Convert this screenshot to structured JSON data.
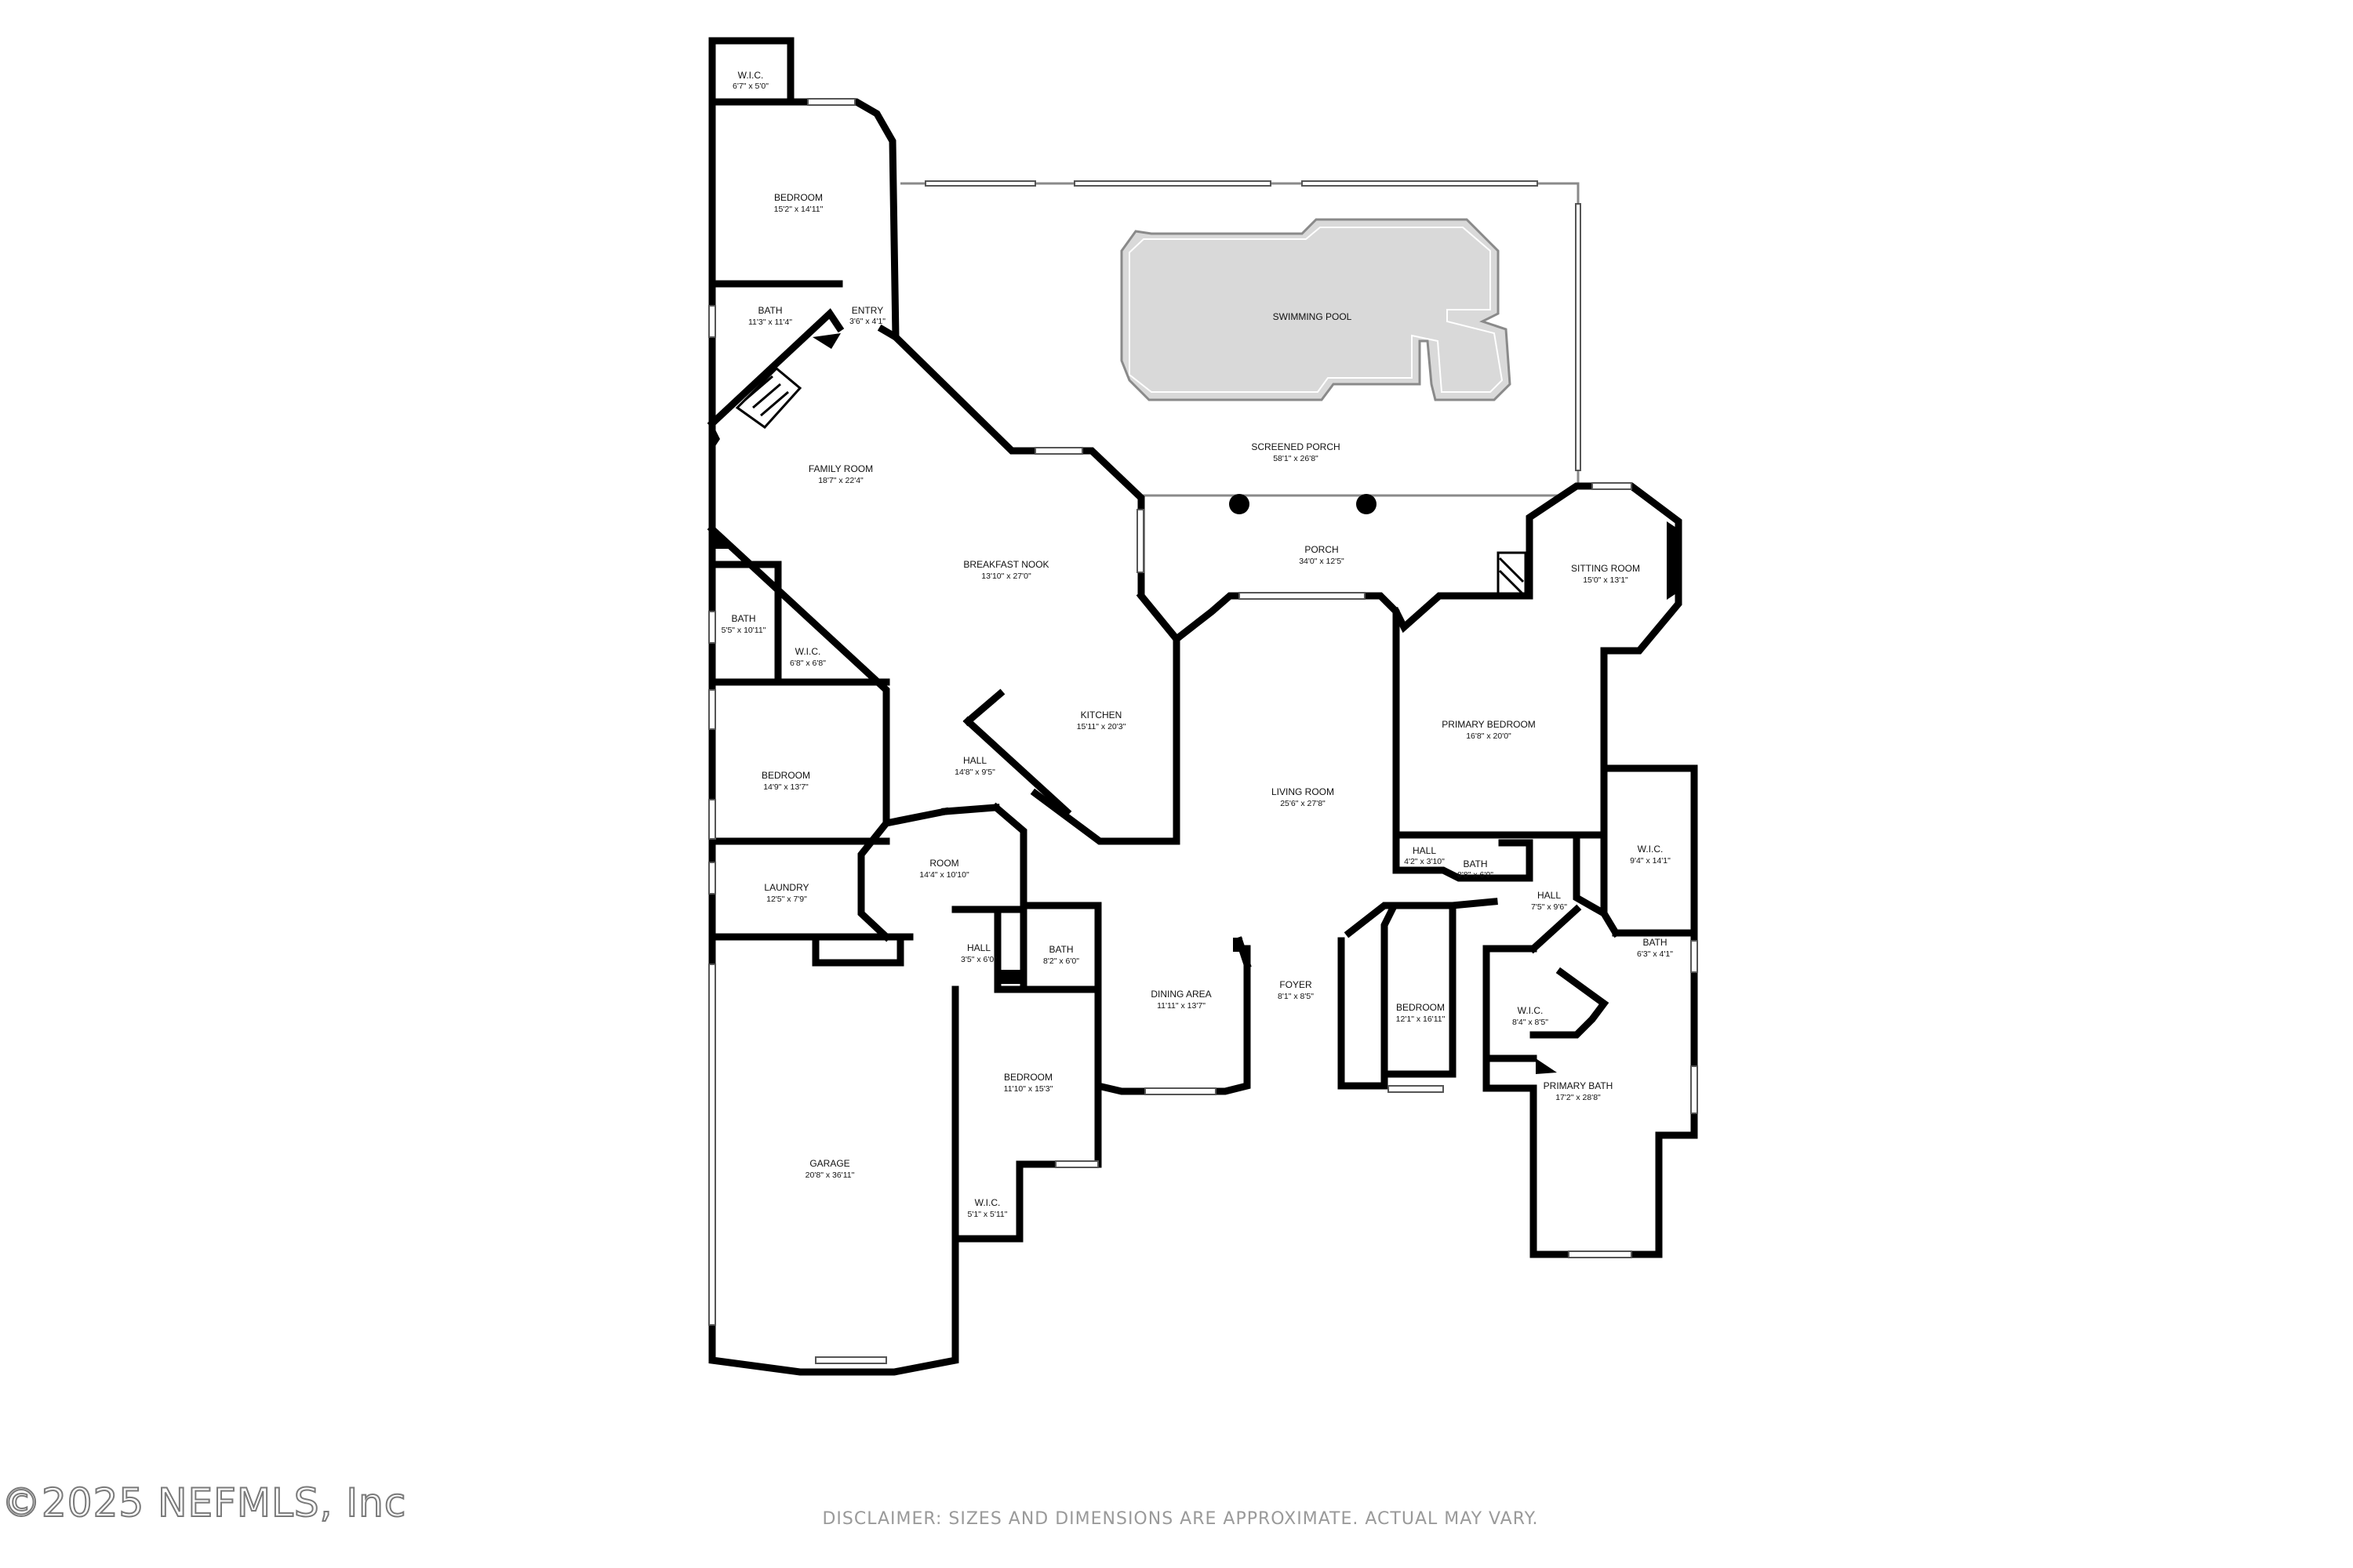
{
  "rooms": {
    "wic_top": {
      "name": "W.I.C.",
      "dim": "6'7\" x 5'0\""
    },
    "bedroom_nw": {
      "name": "BEDROOM",
      "dim": "15'2\" x 14'11\""
    },
    "bath_nw": {
      "name": "BATH",
      "dim": "11'3\" x 11'4\""
    },
    "entry": {
      "name": "ENTRY",
      "dim": "3'6\" x 4'1\""
    },
    "swimming_pool": {
      "name": "SWIMMING POOL",
      "dim": ""
    },
    "screened_porch": {
      "name": "SCREENED PORCH",
      "dim": "58'1\" x 26'8\""
    },
    "family_room": {
      "name": "FAMILY ROOM",
      "dim": "18'7\" x 22'4\""
    },
    "breakfast_nook": {
      "name": "BREAKFAST NOOK",
      "dim": "13'10\" x 27'0\""
    },
    "porch": {
      "name": "PORCH",
      "dim": "34'0\" x 12'5\""
    },
    "sitting_room": {
      "name": "SITTING ROOM",
      "dim": "15'0\" x 13'1\""
    },
    "bath_w": {
      "name": "BATH",
      "dim": "5'5\" x 10'11\""
    },
    "wic_w": {
      "name": "W.I.C.",
      "dim": "6'8\" x 6'8\""
    },
    "kitchen": {
      "name": "KITCHEN",
      "dim": "15'11\" x 20'3\""
    },
    "primary_bedroom": {
      "name": "PRIMARY BEDROOM",
      "dim": "16'8\" x 20'0\""
    },
    "hall_center": {
      "name": "HALL",
      "dim": "14'8\" x 9'5\""
    },
    "bedroom_w": {
      "name": "BEDROOM",
      "dim": "14'9\" x 13'7\""
    },
    "living_room": {
      "name": "LIVING ROOM",
      "dim": "25'6\" x 27'8\""
    },
    "room": {
      "name": "ROOM",
      "dim": "14'4\" x 10'10\""
    },
    "hall_small_e": {
      "name": "HALL",
      "dim": "4'2\" x 3'10\""
    },
    "bath_small_e": {
      "name": "BATH",
      "dim": "8'8\" x 6'0\""
    },
    "wic_primary": {
      "name": "W.I.C.",
      "dim": "9'4\" x 14'1\""
    },
    "laundry": {
      "name": "LAUNDRY",
      "dim": "12'5\" x 7'9\""
    },
    "hall_e": {
      "name": "HALL",
      "dim": "7'5\" x 9'6\""
    },
    "hall_w": {
      "name": "HALL",
      "dim": "3'5\" x 6'0\""
    },
    "bath_c": {
      "name": "BATH",
      "dim": "8'2\" x 6'0\""
    },
    "bath_e": {
      "name": "BATH",
      "dim": "6'3\" x 4'1\""
    },
    "dining_area": {
      "name": "DINING AREA",
      "dim": "11'11\" x 13'7\""
    },
    "foyer": {
      "name": "FOYER",
      "dim": "8'1\" x 8'5\""
    },
    "bedroom_e": {
      "name": "BEDROOM",
      "dim": "12'1\" x 16'11\""
    },
    "wic_e": {
      "name": "W.I.C.",
      "dim": "8'4\" x 8'5\""
    },
    "bedroom_s": {
      "name": "BEDROOM",
      "dim": "11'10\" x 15'3\""
    },
    "primary_bath": {
      "name": "PRIMARY BATH",
      "dim": "17'2\" x 28'8\""
    },
    "garage": {
      "name": "GARAGE",
      "dim": "20'8\" x 36'11\""
    },
    "wic_s": {
      "name": "W.I.C.",
      "dim": "5'1\" x 5'11\""
    }
  },
  "watermark": "©2025 NEFMLS, Inc",
  "disclaimer": "DISCLAIMER: SIZES AND DIMENSIONS ARE APPROXIMATE. ACTUAL MAY VARY.",
  "colors": {
    "wall": "#000000",
    "pool": "#d9d9d9",
    "watermark": "#7a7a7a",
    "disclaimer": "#9a9a9a"
  }
}
